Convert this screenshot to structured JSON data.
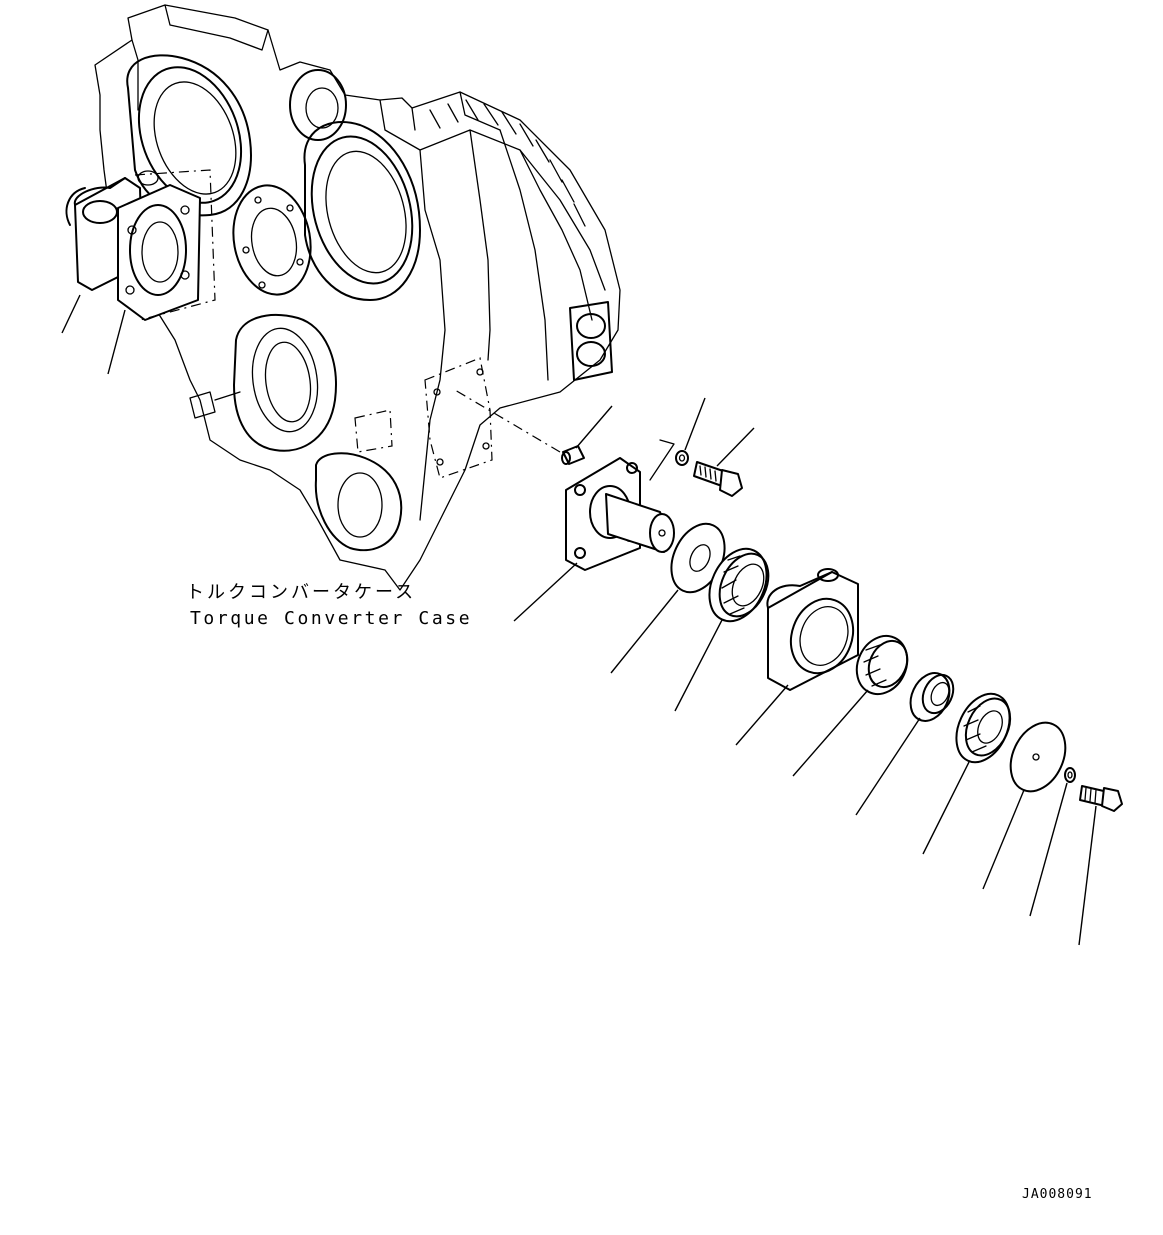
{
  "labels": {
    "case_jp": "トルクコンバータケース",
    "case_en": "Torque Converter Case",
    "drawing_code": "JA008091"
  }
}
